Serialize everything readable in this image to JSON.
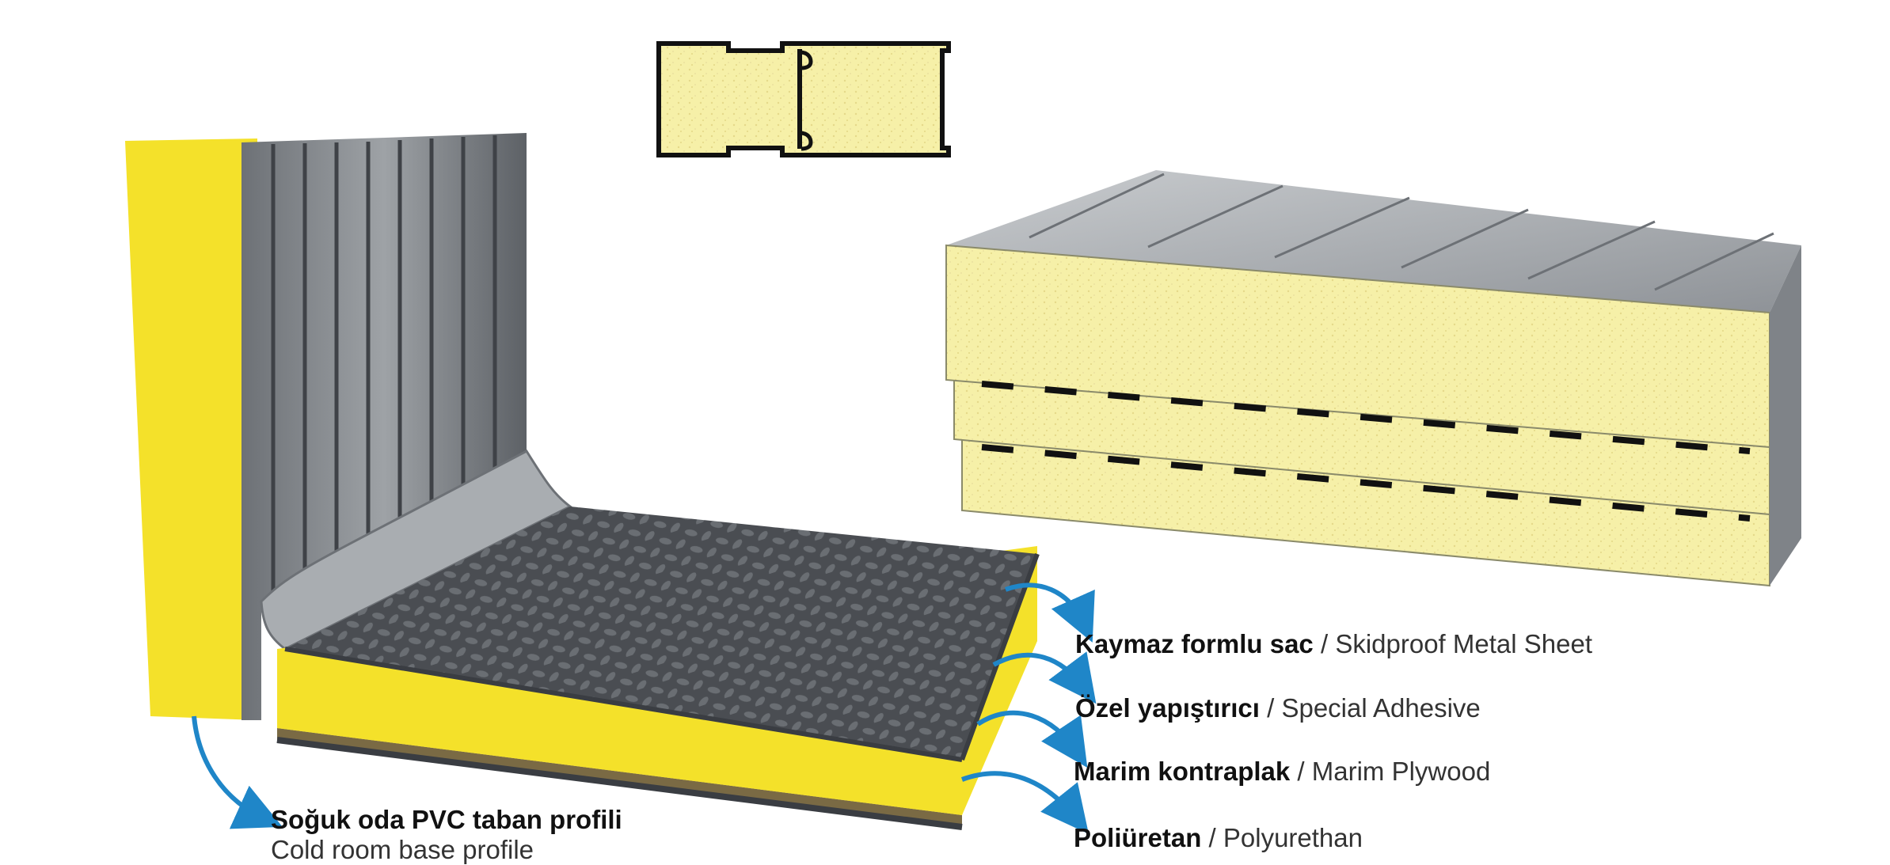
{
  "labels": {
    "skidproof": {
      "tr": "Kaymaz formlu sac",
      "sep": " / ",
      "en": "Skidproof Metal Sheet"
    },
    "adhesive": {
      "tr": "Özel yapıştırıcı",
      "sep": " / ",
      "en": "Special Adhesive"
    },
    "plywood": {
      "tr": "Marim kontraplak",
      "sep": " / ",
      "en": "Marim Plywood"
    },
    "polyurethane": {
      "tr": "Poliüretan",
      "sep": " / ",
      "en": "Polyurethan"
    },
    "base_profile": {
      "tr": "Soğuk oda PVC taban profili",
      "en": "Cold room base profile"
    }
  },
  "colors": {
    "foam_yellow": "#f4e12a",
    "foam_pale": "#f6f0a8",
    "metal_grey": "#9ea2a6",
    "dark_grey": "#4a4d52",
    "arrow_blue": "#1f86c8"
  }
}
